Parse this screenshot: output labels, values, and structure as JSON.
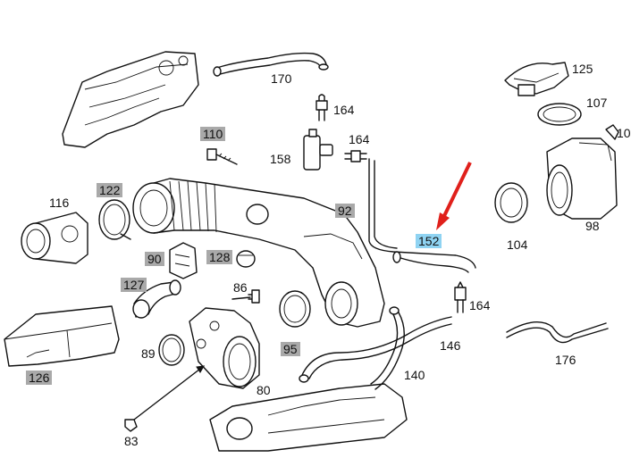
{
  "callouts": {
    "p170": "170",
    "p164a": "164",
    "p164b": "164",
    "p164c": "164",
    "p125": "125",
    "p107": "107",
    "p10": "10",
    "p110": "110",
    "p158": "158",
    "p116": "116",
    "p122": "122",
    "p92": "92",
    "p152": "152",
    "p104": "104",
    "p98": "98",
    "p90": "90",
    "p128": "128",
    "p127": "127",
    "p86": "86",
    "p146": "146",
    "p176": "176",
    "p126": "126",
    "p89": "89",
    "p95": "95",
    "p140": "140",
    "p80": "80",
    "p83": "83"
  },
  "highlight_color": "#8fd3f2",
  "group_label_color": "#a9a9a9",
  "arrow_color": "#e0201b"
}
